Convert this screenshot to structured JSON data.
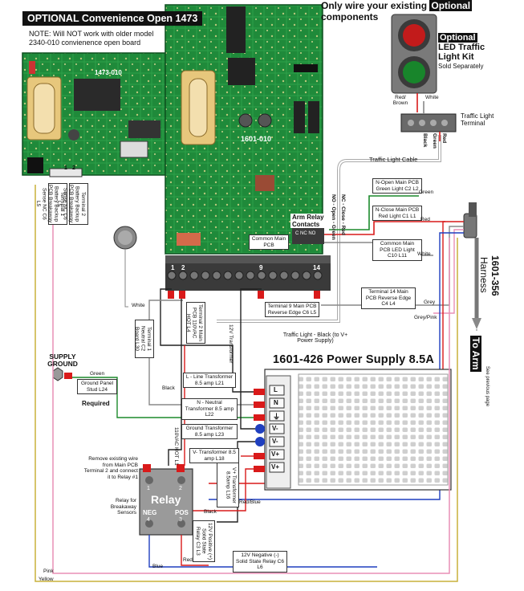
{
  "header": {
    "top_note_pre": "Only wire your existing ",
    "top_note_highlight": "Optional",
    "top_note_post": " components"
  },
  "convenience": {
    "title": "OPTIONAL Convenience Open 1473",
    "note_line1": "NOTE: Will NOT work with older model",
    "note_line2": "2340-010 convienence open board",
    "board_label": "1473-010",
    "terminal1": "Terminal 1 Battery Backup PCB Breakaway Sense NC C6 L5",
    "terminal2": "Terminal 2 Battery Backup PCB Breakaway Sense NC C6 L5",
    "pin1": "1",
    "pin2": "2"
  },
  "main_pcb": {
    "board_label": "1601-010",
    "arm_relay": "Arm Relay Contacts",
    "relay_pins": "C NC NO",
    "common_box": "Common Main PCB",
    "terminal9": "Terminal 9 Main PCB Reverse Edge C6 L5",
    "terminal14": "Terminal 14 Main PCB Reverse Edge C4 L4",
    "terminal1_box": "Terminal 1 Neutral C2 Board L30",
    "terminal2_box": "Terminal 2 Main PCB 110VAC HOT L4",
    "t_num_1": "1",
    "t_num_2": "2",
    "t_num_9": "9",
    "t_num_14": "14",
    "transformer_12v": "12V Transformer",
    "nc_label": "NC - Close - Red",
    "no_label": "NO - Open - Green"
  },
  "traffic": {
    "title": "Optional",
    "line2": "LED Traffic",
    "line3": "Light Kit",
    "line4": "Sold Separately",
    "red_brown": "Red/ Brown",
    "white": "White",
    "terminal_label": "Traffic Light Terminal",
    "term_blk": "Black",
    "term_grn": "Green",
    "term_red": "Red",
    "cable": "Traffic Light Cable",
    "n_open": "N-Open Main PCB Green Light C2 L2",
    "n_close": "N-Close Main PCB Red Light C1 L1",
    "common": "Common Main PCB LED Light C10 L11",
    "green": "Green",
    "red": "Red",
    "white2": "White",
    "black_label": "Traffic Light - Black (to V+ Power Supply)"
  },
  "harness": {
    "part": "1601-356",
    "name": "Harness",
    "to_arm": "To Arm",
    "see": "See previous page",
    "grey": "Grey",
    "grey_pink": "Grey/Pink"
  },
  "power_supply": {
    "title": "1601-426 Power Supply 8.5A",
    "line": "L - Line Transformer 8.5 amp L21",
    "neutral": "N - Neutral Transformer 8.5 amp L22",
    "ground": "Ground Transformer 8.5 amp L23",
    "v_minus": "V- Transformer 8.5 amp L18",
    "v_plus_box": "V+ Transformer 8.5amp L16",
    "term_L": "L",
    "term_N": "N",
    "term_G": "⏚",
    "term_V1": "V-",
    "term_V2": "V-",
    "term_V3": "V+",
    "term_V4": "V+"
  },
  "ground": {
    "label": "SUPPLY GROUND",
    "stud_box": "Ground Panel Stud L24",
    "required": "Required",
    "green": "Green",
    "black": "Black",
    "white": "White"
  },
  "relay": {
    "title": "Relay",
    "neg": "NEG",
    "pos": "POS",
    "p1": "1",
    "p2": "2",
    "p3": "3",
    "p4": "4",
    "remove_note": "Remove existing wire from Main PCB Terminal 2 and connect it to Relay #1",
    "breakaway": "Relay for Breakaway Sensors",
    "hot_label": "110VAC HOT L1",
    "positive_label": "12V Positive (+) Solid State Relay C3 L3",
    "negative_box": "12V Negative (-) Solid State Relay C6 L6",
    "black": "Black",
    "red": "Red",
    "blue": "Blue",
    "red_blue": "Red/Blue"
  },
  "bottom": {
    "pink": "Pink",
    "yellow": "Yellow"
  },
  "colors": {
    "pcb": "#1f8a3a",
    "pcb_dark": "#166b2c",
    "wire_red": "#d91a1a",
    "wire_green": "#1c8a2c",
    "wire_blue": "#1f3fbf",
    "wire_grey": "#8a8a8a",
    "wire_pink": "#e98fb5",
    "wire_yellow": "#c9b03a"
  }
}
